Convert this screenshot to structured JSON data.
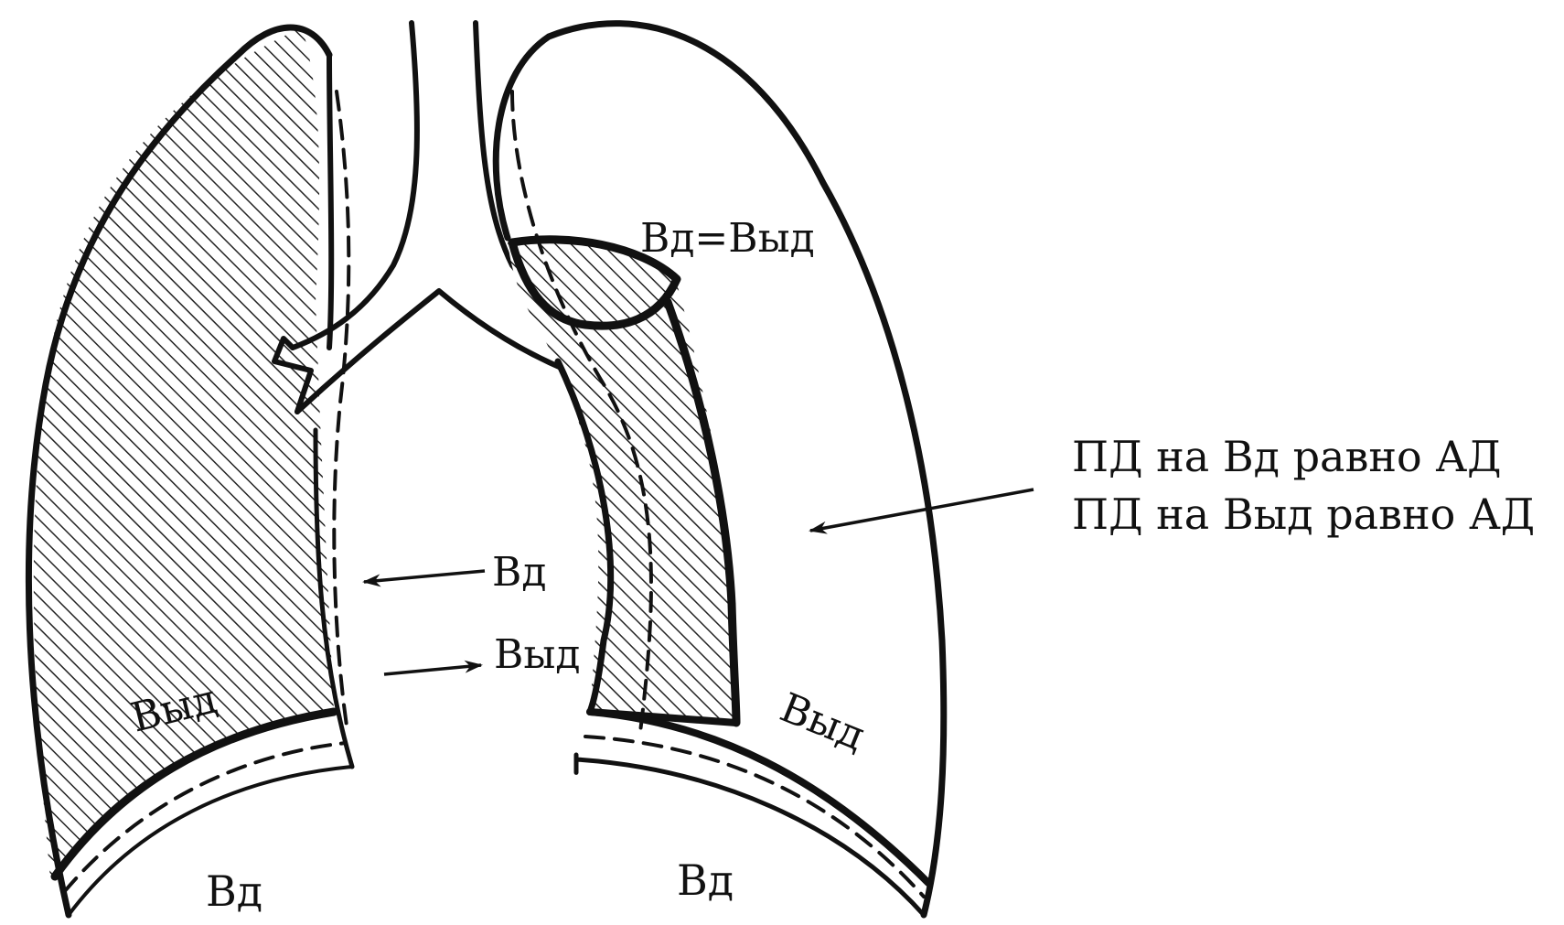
{
  "labels": {
    "top_equal": "Вд=Выд",
    "vd_center": "Вд",
    "vyd_center": "Выд",
    "vyd_left_lung": "Выд",
    "vyd_right_lung": "Выд",
    "vd_bottom_left": "Вд",
    "vd_bottom_right": "Вд"
  },
  "annotation": {
    "line1": "ПД  на Вд равно АД",
    "line2": "ПД  на Выд равно АД"
  },
  "colors": {
    "ink": "#111111",
    "background": "#ffffff",
    "hatch": "#222222"
  }
}
